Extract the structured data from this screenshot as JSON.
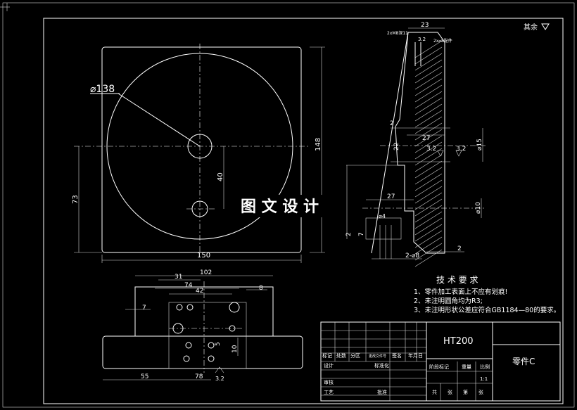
{
  "watermark": "图 文 设 计",
  "roughness_note": "其余",
  "front_view": {
    "dia_label": "⌀138",
    "width_label": "150",
    "height_label": "148",
    "offset_label": "73",
    "hole_label": "40"
  },
  "section_view": {
    "top_width": "23",
    "note_1": "2xM8深11",
    "note_2": "2x⌀8配件",
    "rough_1": "3.2",
    "dim_2a": "2",
    "dim_27a": "27",
    "dim_22": "22",
    "rough_2": "3.2",
    "rough_3": "3.2",
    "dia_15": "⌀15",
    "dim_27b": "27",
    "dia_4": "⌀4",
    "dim_2b": "2",
    "dim_7": "7",
    "dia_10": "⌀10",
    "hole_note": "2-⌀8",
    "dim_2c": "2"
  },
  "top_view": {
    "w_102": "102",
    "w_31": "31",
    "w_74": "74",
    "w_42": "42",
    "w_8": "8",
    "h_7": "7",
    "h_5": "5",
    "h_10": "10",
    "w_55": "55",
    "w_78": "78",
    "rough": "3.2"
  },
  "requirements": {
    "title": "技 术 要 求",
    "items": [
      "1、零件加工表面上不应有划痕!",
      "2、未注明圆角均为R3;",
      "3、未注明形状公差应符合GB1184—80的要求。"
    ]
  },
  "title_block": {
    "material": "HT200",
    "part_name": "零件C",
    "row_labels": [
      "标记",
      "处数",
      "分区",
      "更改文件号",
      "签名",
      "年月日"
    ],
    "left_labels": [
      "设计",
      "审核",
      "工艺"
    ],
    "mid_labels": [
      "标准化",
      "批准"
    ],
    "stage_labels": [
      "阶段标记",
      "重量",
      "比例"
    ],
    "scale": "1:1",
    "sheets": [
      "共",
      "张",
      "第",
      "张"
    ]
  }
}
